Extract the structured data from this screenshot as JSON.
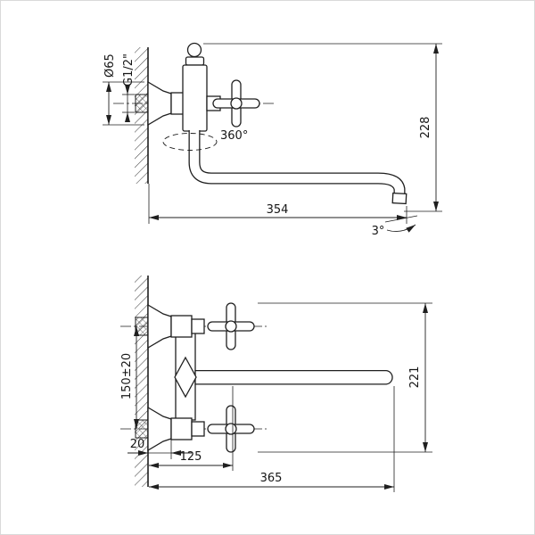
{
  "colors": {
    "background": "#ffffff",
    "line": "#1f1f1f",
    "hatch": "#444444"
  },
  "views": {
    "side": {
      "dims": {
        "flange_diameter": "Ø65",
        "thread_size": "G1/2\"",
        "swivel_range": "360°",
        "spout_reach": "354",
        "overall_height": "228",
        "outlet_angle": "3°"
      }
    },
    "front": {
      "dims": {
        "inlet_centers": "150±20",
        "wall_offset": "20",
        "spout_drop_offset": "125",
        "overall_reach": "365",
        "overall_height": "221"
      }
    }
  }
}
